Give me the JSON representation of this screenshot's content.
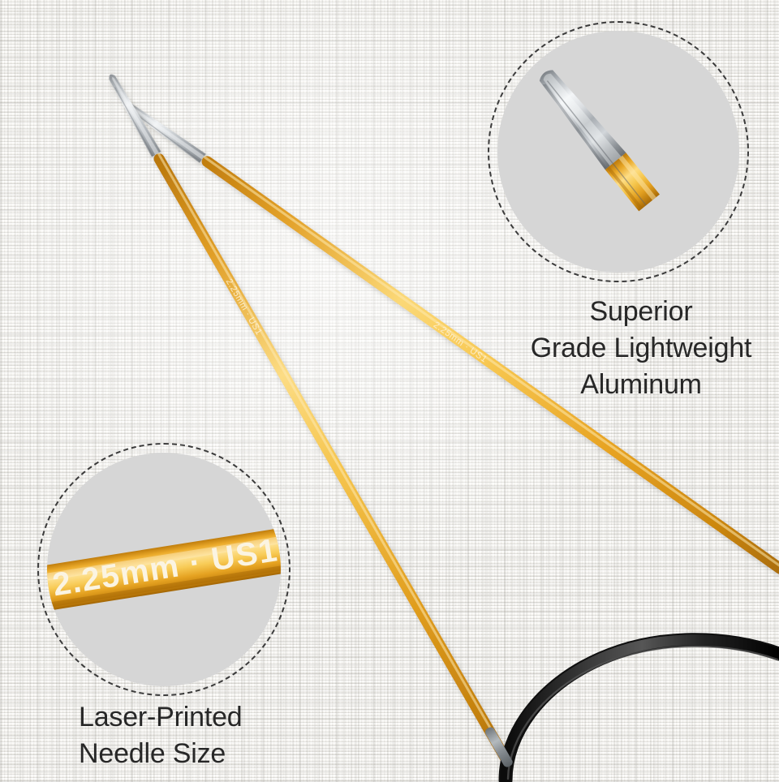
{
  "product": {
    "type": "circular knitting needles",
    "material_text": "Superior\nGrade Lightweight\nAluminum",
    "laser_text": "Laser-Printed\nNeedle Size",
    "needle_size_print": "2.25mm · US1"
  },
  "callouts": [
    {
      "id": "tip-closeup",
      "caption": "Superior\nGrade Lightweight\nAluminum",
      "shows": "needle-tip-closeup"
    },
    {
      "id": "size-print-closeup",
      "caption": "Laser-Printed\nNeedle Size",
      "shows": "2.25mm · US1"
    }
  ],
  "colors": {
    "background": "#f1f0ed",
    "callout_fill": "#d6d6d6",
    "callout_border": "#3b3b3b",
    "needle_orange": "#e9a522",
    "needle_orange_light": "#f7cd63",
    "needle_orange_dark": "#c77f10",
    "needle_silver": "#b9bdc1",
    "needle_silver_light": "#eceef0",
    "cable_black": "#1d1d1d",
    "text": "#272727"
  }
}
